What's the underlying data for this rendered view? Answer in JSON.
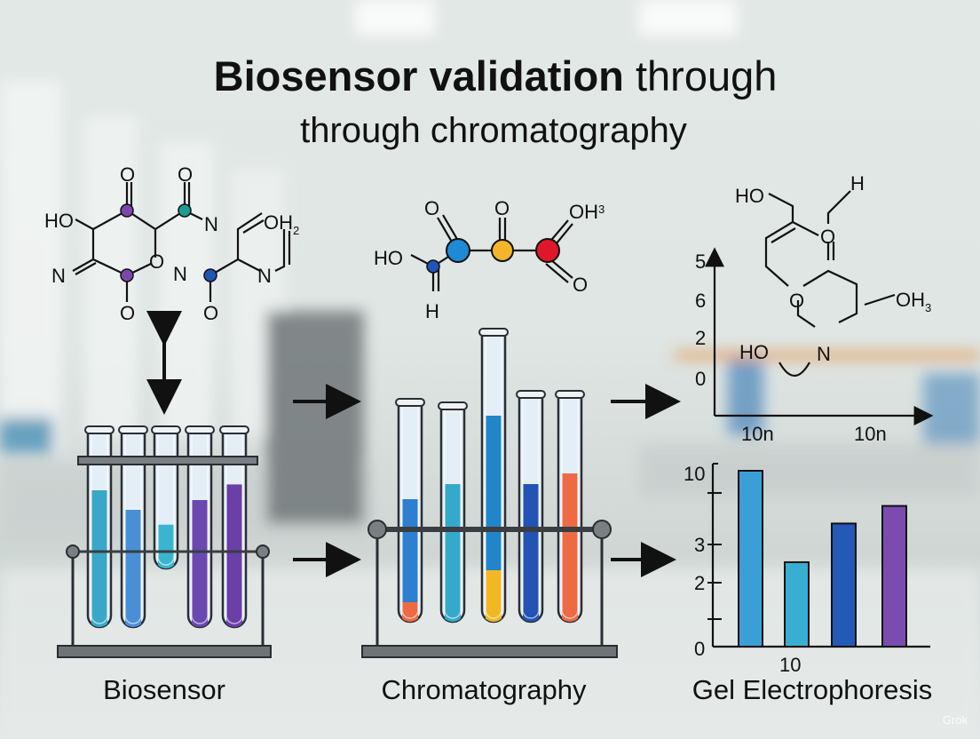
{
  "title": {
    "bold": "Biosensor validation",
    "regular": " through",
    "subtitle": "through chromatography"
  },
  "sections": {
    "left": "Biosensor",
    "middle": "Chromatography",
    "right": "Gel Electrophoresis"
  },
  "molecule_left": {
    "o1": "O",
    "o2": "O",
    "ho": "HO",
    "n1": "N",
    "oh2": "OH",
    "oh2_sub": "2",
    "n2": "N",
    "o_ring": "O",
    "n3": "N",
    "n4": "N",
    "o3": "O",
    "o4": "O"
  },
  "molecule_middle": {
    "o1": "O",
    "o2": "O",
    "oh3": "OH",
    "oh3_sub": "3",
    "ho": "HO",
    "h": "H",
    "o3": "O"
  },
  "molecule_right": {
    "ho1": "HO",
    "h": "H",
    "oh3": "OH",
    "oh3_sub": "3",
    "ho2": "HO",
    "n": "N"
  },
  "plot_top": {
    "y_ticks": [
      "5",
      "6",
      "2",
      "0"
    ],
    "x_ticks": [
      "10n",
      "10n"
    ]
  },
  "chart_data": {
    "type": "bar",
    "y_tick_labels": [
      "10",
      "3",
      "2",
      "0"
    ],
    "x_tick_label": "10",
    "ylim": [
      0,
      10
    ],
    "values": [
      10,
      4.8,
      7,
      8
    ],
    "colors": [
      "#3a9fd6",
      "#38aed0",
      "#2459b8",
      "#7a4cb2"
    ]
  },
  "tubes_left": {
    "fills": [
      0.7,
      0.6,
      0.45,
      0.65,
      0.73
    ],
    "colors": [
      "#3aa7c8",
      "#4a8fd6",
      "#3ab5d0",
      "#6a48b0",
      "#6a3fa8"
    ]
  },
  "tubes_middle": {
    "colors": [
      "#2e7fd0",
      "#35a9cc",
      "#2186c9",
      "#2253b5",
      "#ee6a45"
    ],
    "accent_colors": [
      "#ee6a45",
      "#f2b824"
    ]
  },
  "watermark": "Grok"
}
